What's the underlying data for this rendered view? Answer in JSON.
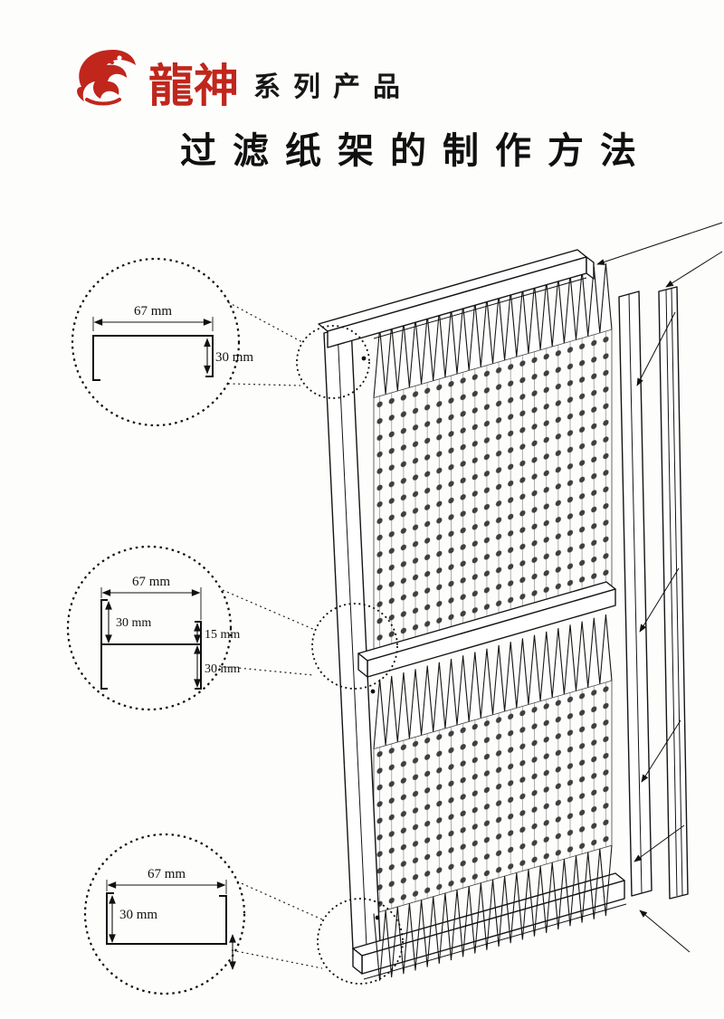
{
  "header": {
    "brand_name": "龍神",
    "brand_suffix": "系列产品",
    "title": "过滤纸架的制作方法"
  },
  "colors": {
    "brand_red": "#c0261c",
    "line_ink": "#141414"
  },
  "details": {
    "top": {
      "width": "67 mm",
      "height": "30 mm"
    },
    "middle": {
      "width": "67 mm",
      "upper": "30 mm",
      "lip": "15 mm",
      "lower": "30 mm"
    },
    "bottom": {
      "width": "67 mm",
      "height": "30 mm"
    }
  }
}
